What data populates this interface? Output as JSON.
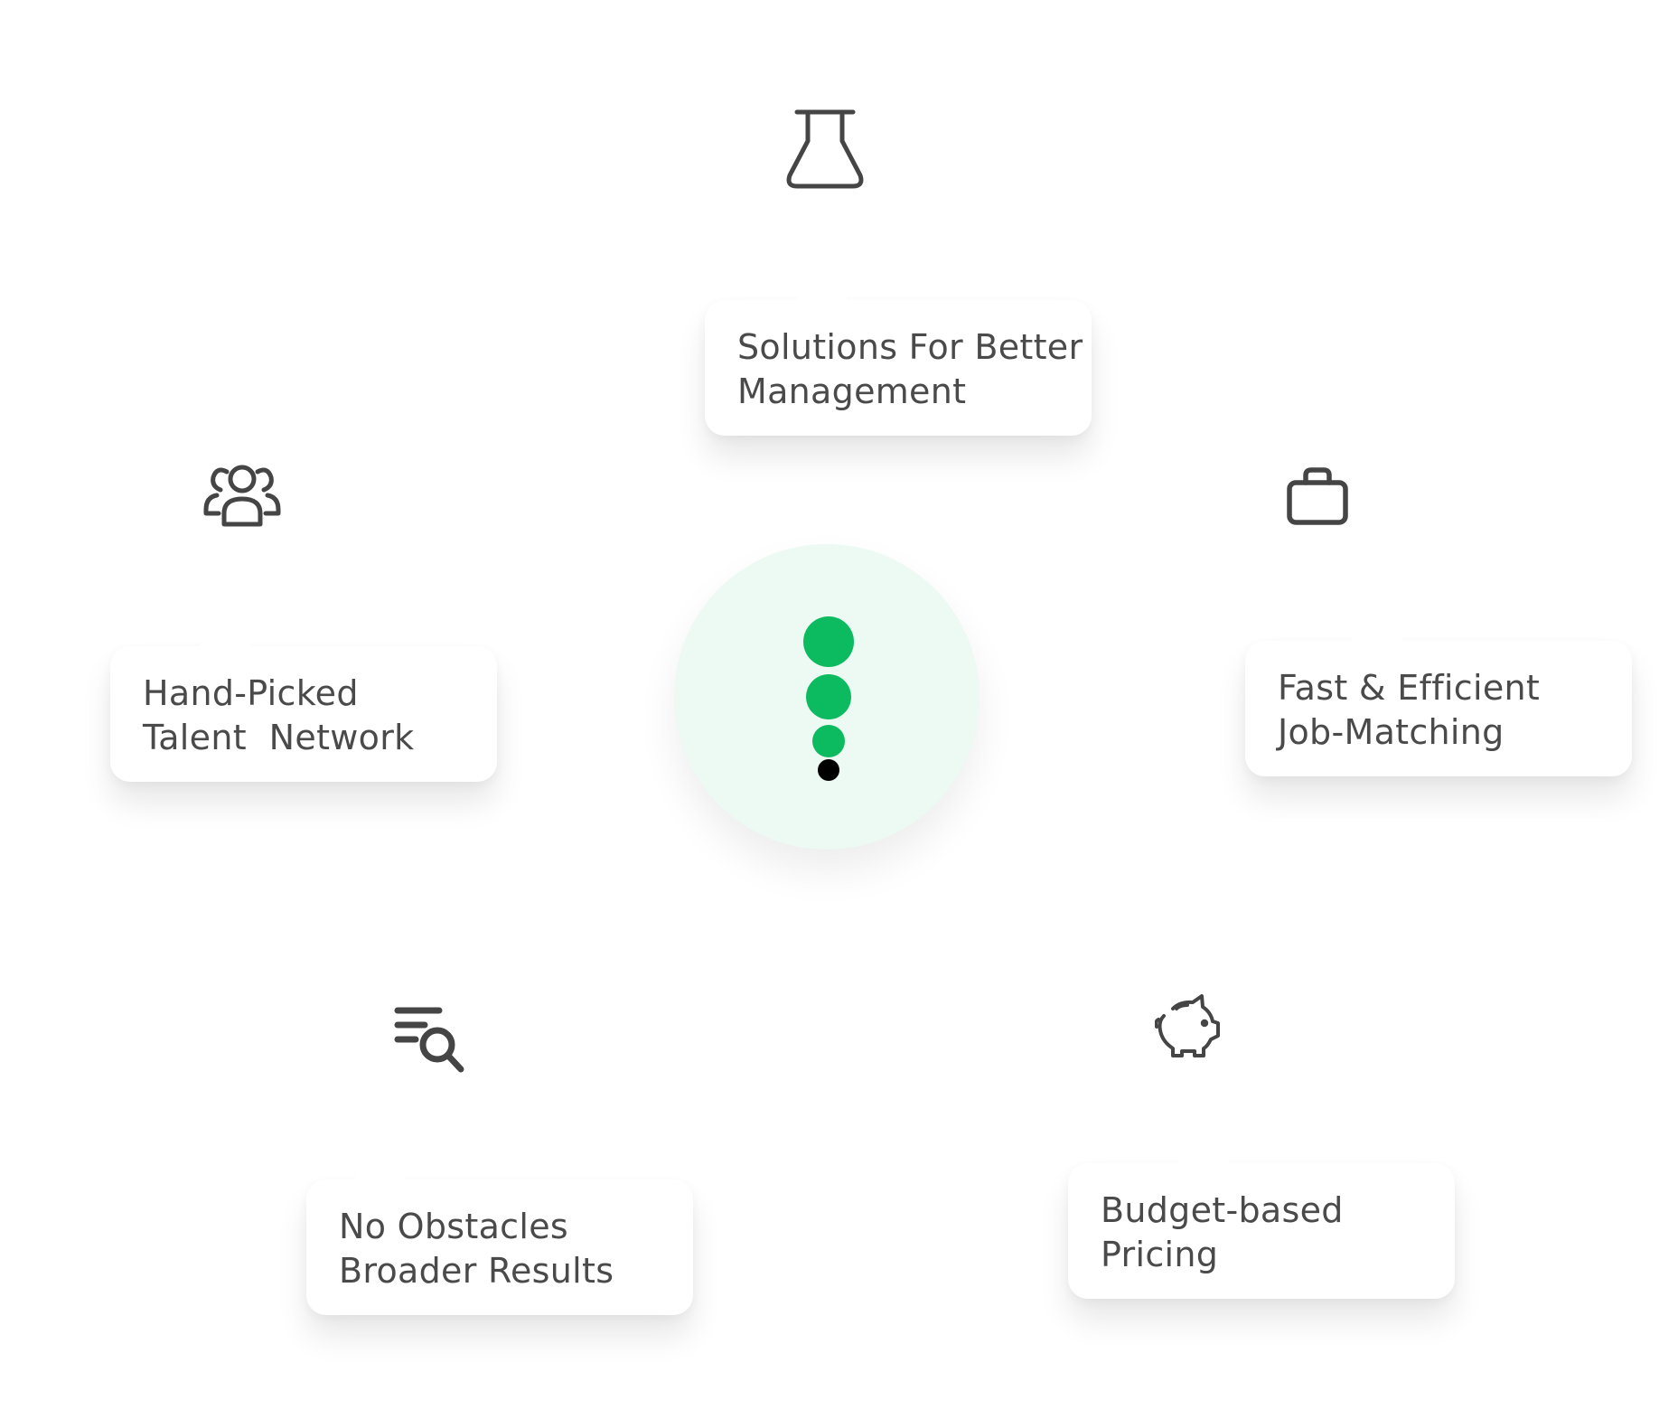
{
  "nodes": [
    {
      "id": "management",
      "lines": [
        "Solutions For Better",
        "Management"
      ],
      "icon": "flask-icon"
    },
    {
      "id": "talent",
      "lines": [
        "Hand-Picked",
        "Talent  Network"
      ],
      "icon": "users-icon"
    },
    {
      "id": "matching",
      "lines": [
        "Fast & Efficient",
        "Job-Matching"
      ],
      "icon": "briefcase-icon"
    },
    {
      "id": "search",
      "lines": [
        "No Obstacles",
        "Broader Results"
      ],
      "icon": "search-list-icon"
    },
    {
      "id": "pricing",
      "lines": [
        "Budget-based",
        "Pricing"
      ],
      "icon": "piggy-bank-icon"
    }
  ],
  "center": {
    "icon": "logo-dots-icon",
    "colors": {
      "accent": "#0cbb5f",
      "dark": "#000000",
      "background": "#edf9f3"
    }
  },
  "colors": {
    "icon_stroke": "#454545",
    "text": "#4a4a4a"
  }
}
